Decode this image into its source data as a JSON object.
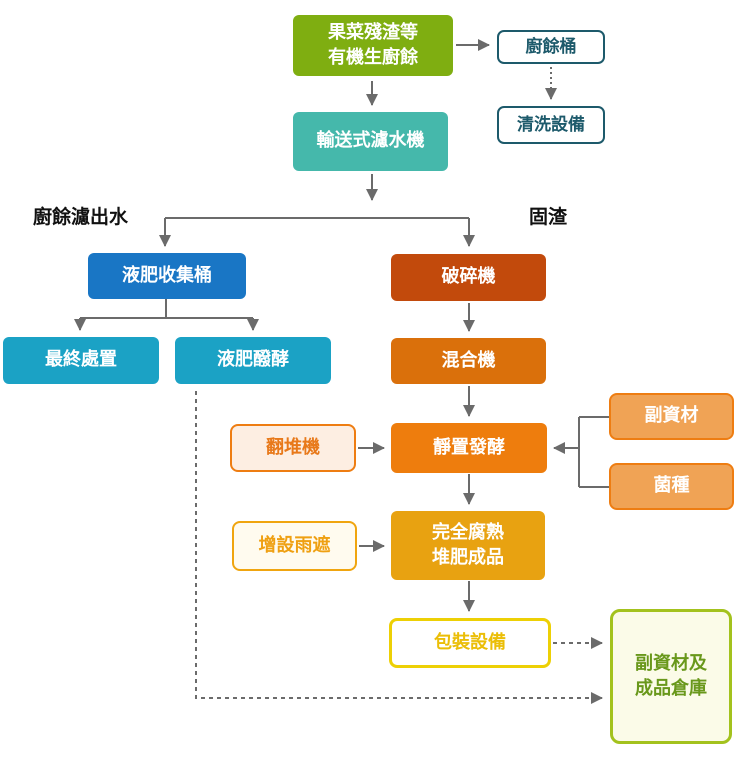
{
  "nodes": {
    "raw_waste": {
      "label": "果菜殘渣等\n有機生廚餘"
    },
    "waste_bucket": {
      "label": "廚餘桶"
    },
    "cleaning_equipment": {
      "label": "清洗設備"
    },
    "conveyor_filter": {
      "label": "輸送式濾水機"
    },
    "liquid_collect": {
      "label": "液肥收集桶"
    },
    "final_disposal": {
      "label": "最終處置"
    },
    "liquid_ferment": {
      "label": "液肥醱酵"
    },
    "crusher": {
      "label": "破碎機"
    },
    "mixer": {
      "label": "混合機"
    },
    "static_ferment": {
      "label": "靜置發酵"
    },
    "turner": {
      "label": "翻堆機"
    },
    "aux_material": {
      "label": "副資材"
    },
    "strain": {
      "label": "菌種"
    },
    "compost_product": {
      "label": "完全腐熟\n堆肥成品"
    },
    "rain_cover": {
      "label": "增設雨遮"
    },
    "packing": {
      "label": "包裝設備"
    },
    "warehouse": {
      "label": "副資材及\n成品倉庫"
    }
  },
  "labels": {
    "filtrate": "廚餘濾出水",
    "solid_residue": "固渣"
  },
  "palette": {
    "green": "#7fae11",
    "teal": "#45b8ab",
    "outline_teal": "#1d5a6b",
    "blue": "#1976c5",
    "cyan": "#1ba2c5",
    "rust": "#c24a0c",
    "orange": "#da700b",
    "orange_bright": "#ee7d0d",
    "light_orange": "#f0a355",
    "peach_fill": "#fdeee2",
    "amber": "#e8a211",
    "cream_fill": "#fffbef",
    "gold": "#f0a50f",
    "yellow_border": "#edd005",
    "yellow_text": "#ebbe07",
    "warehouse_fill": "#fbfbe8",
    "warehouse_border": "#a3c21d",
    "warehouse_text": "#69981b",
    "arrow": "#6b6b6b"
  }
}
